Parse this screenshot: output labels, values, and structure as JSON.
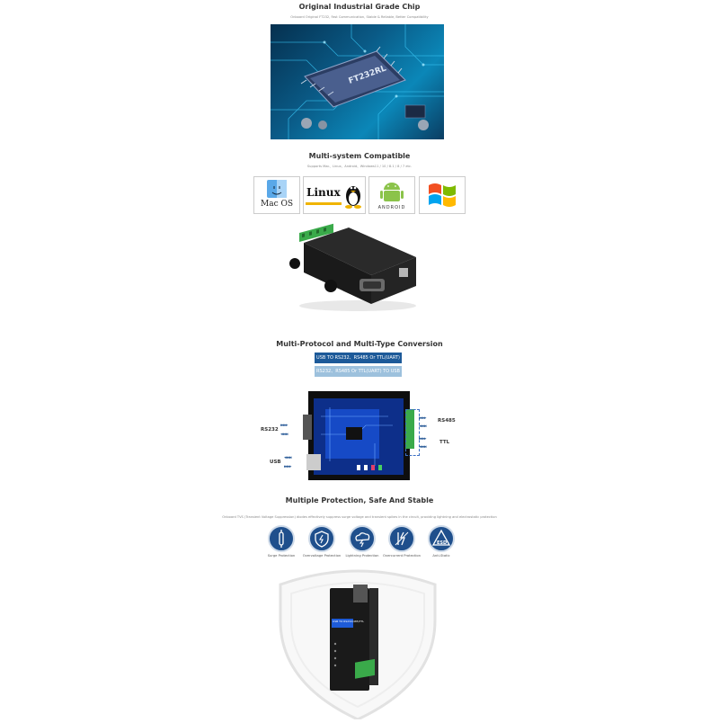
{
  "chip": {
    "title": "Original Industrial Grade Chip",
    "subtitle": "Onboard Original FT232, Fast Communication, Stable & Reliable, Better Compatibility",
    "chip_text": "FT232RL"
  },
  "multisystem": {
    "title": "Multi-system Compatible",
    "subtitle": "Supports Mac、Linux、Android、Windows11 / 10 / 8.1 / 8 / 7 etc.",
    "logos": [
      {
        "label": "Mac OS"
      },
      {
        "label": "Linux"
      },
      {
        "label": "ANDROID"
      },
      {
        "label": "Windows"
      }
    ]
  },
  "conversion": {
    "title": "Multi-Protocol and Multi-Type Conversion",
    "mode1": "USB TO RS232、RS485 Or TTL(UART)",
    "mode2": "RS232、RS485 Or TTL(UART) TO USB",
    "ports": {
      "rs232": "RS232",
      "usb": "USB",
      "rs485": "RS485",
      "ttl": "TTL"
    }
  },
  "protection": {
    "title": "Multiple Protection, Safe And Stable",
    "subtitle": "Onboard TVS (Transient Voltage Suppression) diodes effectively suppress surge voltage and transient spikes in the circuit, providing lightning and electrostatic protection",
    "items": [
      {
        "label": "Surge Protection"
      },
      {
        "label": "Overvoltage Protection"
      },
      {
        "label": "Lightning Protection"
      },
      {
        "label": "Overcurrent Protection"
      },
      {
        "label": "Anti-Static"
      }
    ],
    "esd_text": "ESD"
  },
  "device_label": "USB TO RS232/485/TTL",
  "colors": {
    "brand_blue": "#1f4f8c",
    "pill_dark": "#1d5a99",
    "pill_light": "#9dc1dd"
  }
}
